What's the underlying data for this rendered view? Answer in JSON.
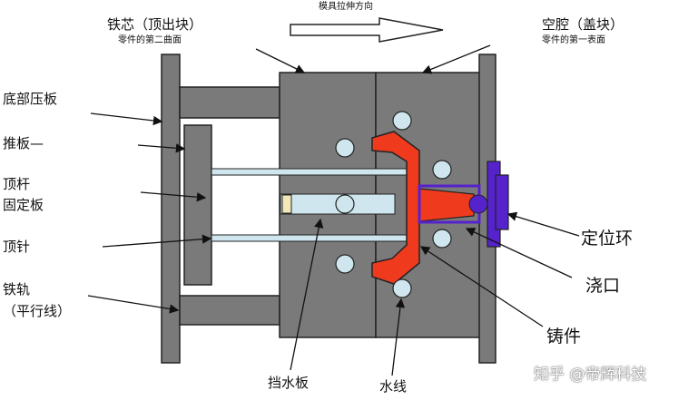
{
  "title": "模具拉伸方向",
  "labels": {
    "core": "铁芯（顶出块）",
    "core_sub": "零件的第二曲面",
    "cavity": "空腔（盖块）",
    "cavity_sub": "零件的第一表面",
    "bottom_plate": "底部压板",
    "push_plate": "推板—",
    "ejector_retainer_1": "顶杆",
    "ejector_retainer_2": "固定板",
    "ejector_pin": "顶针",
    "rail_1": "铁轨",
    "rail_2": "（平行线）",
    "locating_ring": "定位环",
    "sprue": "浇口",
    "casting": "铸件",
    "baffle": "挡水板",
    "water_line": "水线"
  },
  "watermark": "知乎 @帝辉科技",
  "colors": {
    "mold_gray": "#7a7a7a",
    "outline": "#222222",
    "casting_red": "#f03a1e",
    "ring_purple": "#5522cc",
    "channel_blue": "#cfe6ee"
  }
}
